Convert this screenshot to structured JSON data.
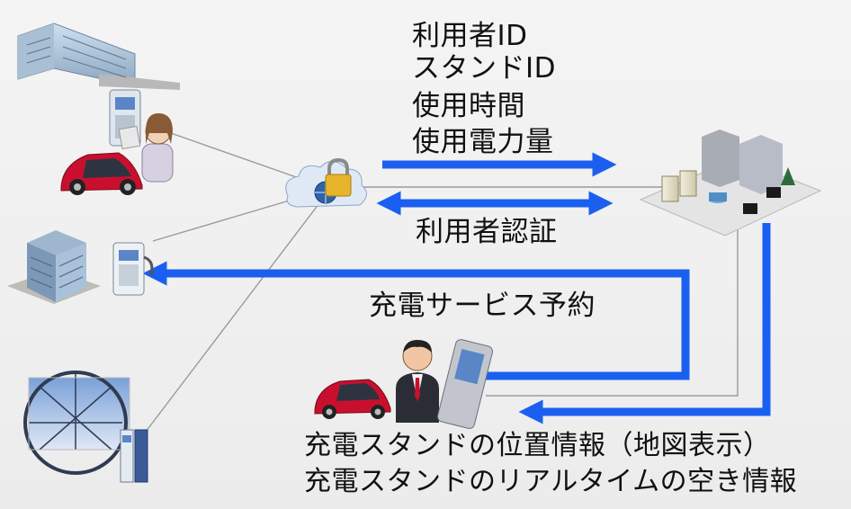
{
  "labels": {
    "user_id": "利用者ID",
    "stand_id": "スタンドID",
    "usage_time": "使用時間",
    "power_usage": "使用電力量",
    "user_auth": "利用者認証",
    "service_reservation": "充電サービス予約",
    "stand_location": "充電スタンドの位置情報（地図表示）",
    "stand_realtime": "充電スタンドのリアルタイムの空き情報"
  },
  "colors": {
    "arrow": "#1a5ff0",
    "line": "#9a9a9a",
    "car_body": "#c8102e"
  },
  "icons": [
    "building-icon",
    "charging-station-icon",
    "electric-car-icon",
    "user-icon",
    "office-building-icon",
    "network-cloud-icon",
    "lock-icon",
    "server-icon",
    "ferris-wheel-icon",
    "businessman-icon",
    "mobile-phone-icon"
  ]
}
